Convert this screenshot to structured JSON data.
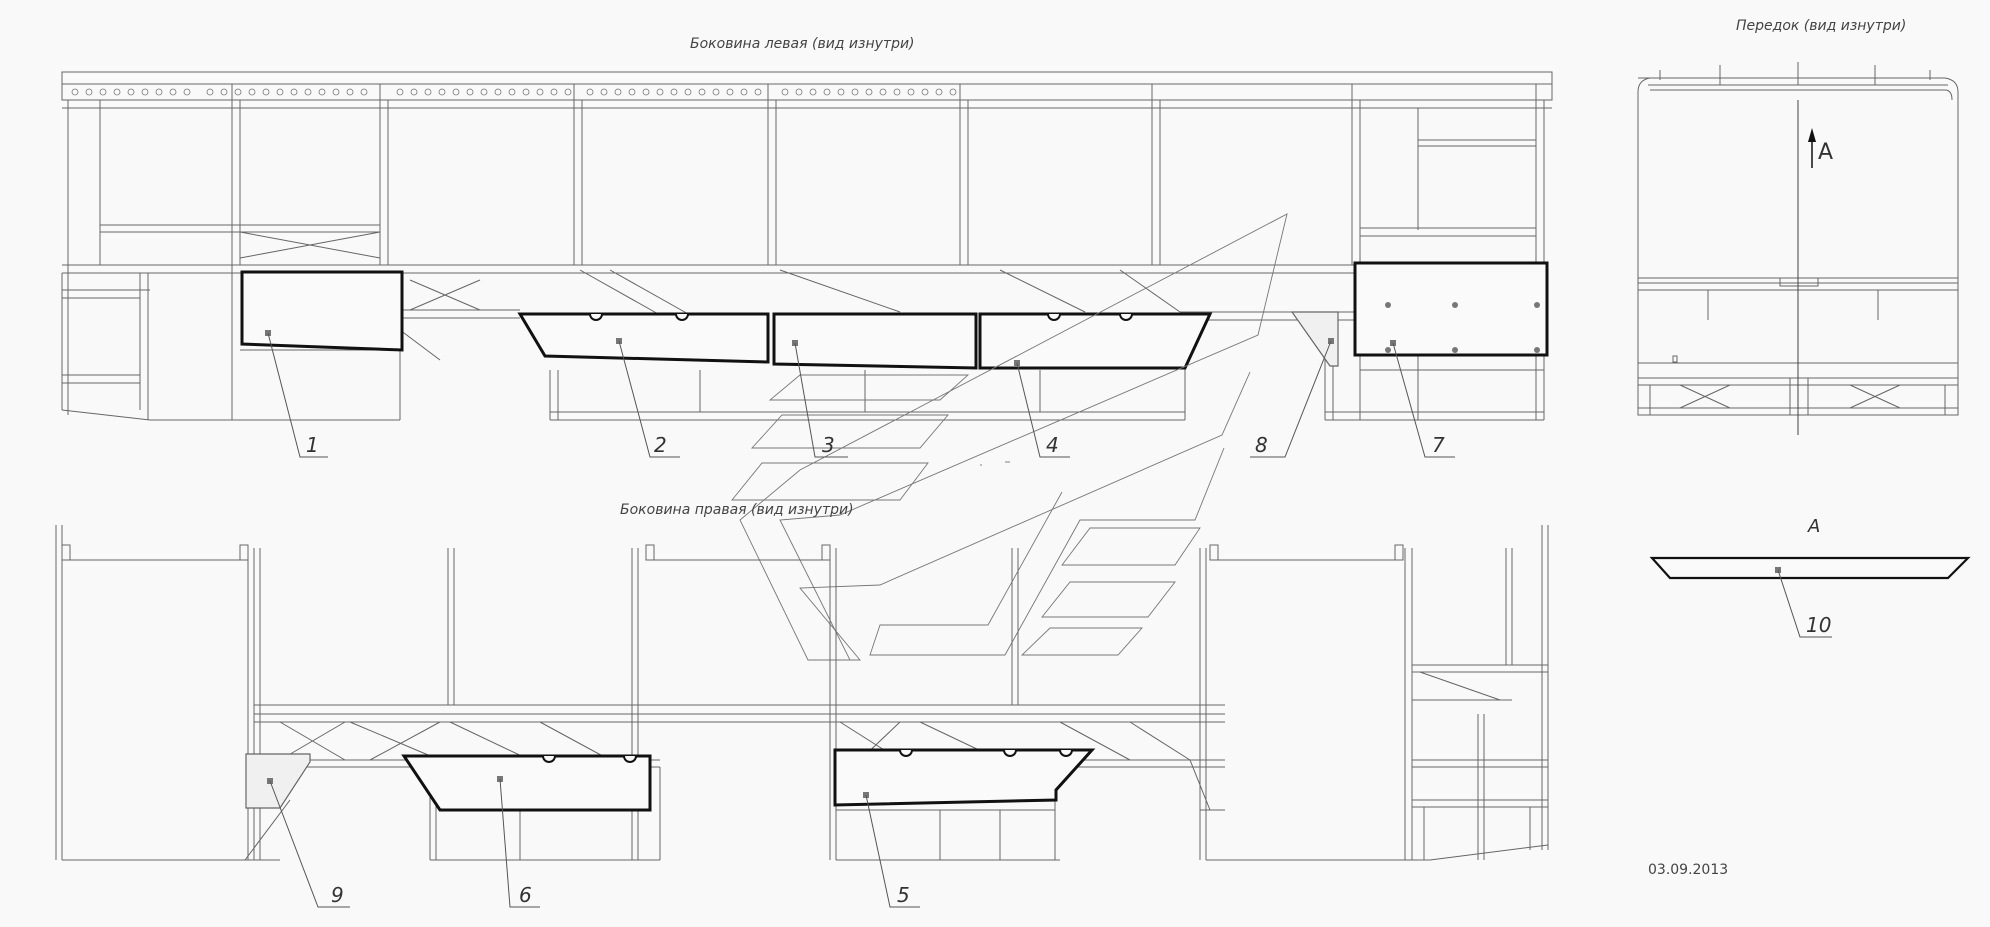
{
  "views": {
    "left_side_title": "Боковина левая (вид изнутри)",
    "right_side_title": "Боковина правая (вид изнутри)",
    "front_title": "Передок (вид изнутри)",
    "section_a_label": "А",
    "arrow_a_label": "А"
  },
  "part_callouts": [
    "1",
    "2",
    "3",
    "4",
    "5",
    "6",
    "7",
    "8",
    "9",
    "10"
  ],
  "date": "03.09.2013"
}
